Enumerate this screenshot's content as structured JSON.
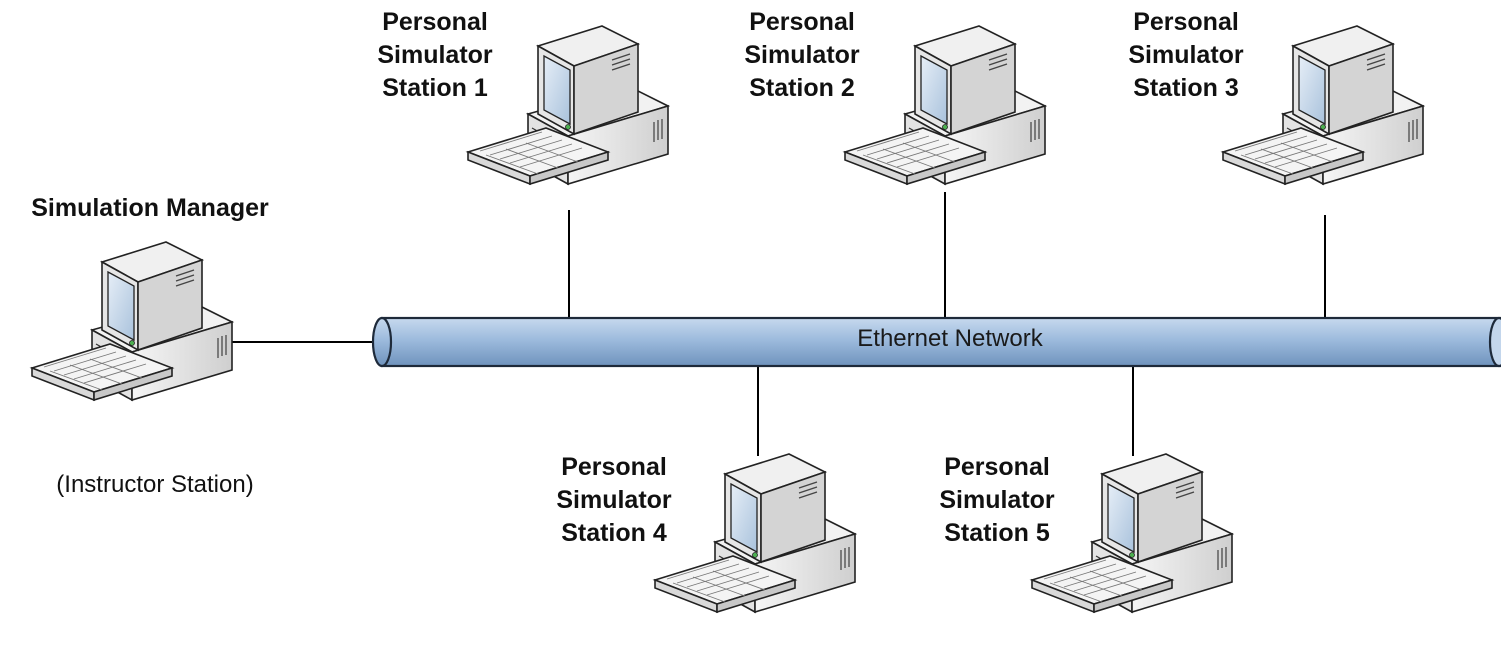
{
  "network": {
    "label": "Ethernet Network"
  },
  "manager": {
    "title": "Simulation Manager",
    "subtitle": "(Instructor Station)"
  },
  "stations": [
    {
      "line1": "Personal",
      "line2": "Simulator",
      "line3": "Station 1"
    },
    {
      "line1": "Personal",
      "line2": "Simulator",
      "line3": "Station 2"
    },
    {
      "line1": "Personal",
      "line2": "Simulator",
      "line3": "Station 3"
    },
    {
      "line1": "Personal",
      "line2": "Simulator",
      "line3": "Station 4"
    },
    {
      "line1": "Personal",
      "line2": "Simulator",
      "line3": "Station 5"
    }
  ],
  "colors": {
    "bus_fill": "#9dbbdd",
    "bus_stroke": "#2a3c52",
    "computer_body": "#e8e8e8",
    "screen": "#c9d9ea"
  }
}
